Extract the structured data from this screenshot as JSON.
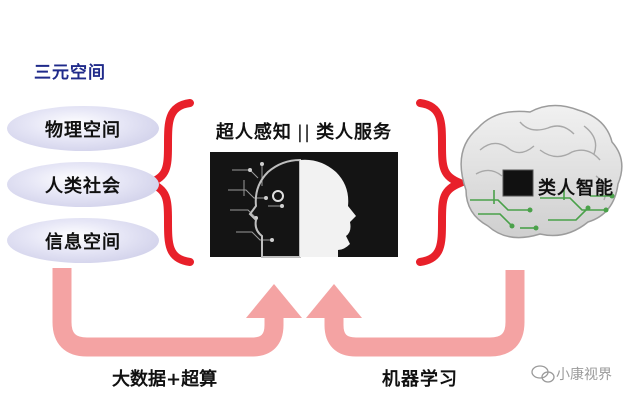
{
  "title": "三元空间",
  "spaces": [
    "物理空间",
    "人类社会",
    "信息空间"
  ],
  "center": {
    "left_text": "超人感知",
    "separator": "||",
    "right_text": "类人服务"
  },
  "brain_label": "类人智能",
  "bottom_left_label": "大数据+超算",
  "bottom_right_label": "机器学习",
  "watermark": "小康视界",
  "colors": {
    "brace": "#e8202a",
    "arrow": "#f4a3a3",
    "title": "#1f2a8a",
    "circuit": "#4aa14a"
  }
}
